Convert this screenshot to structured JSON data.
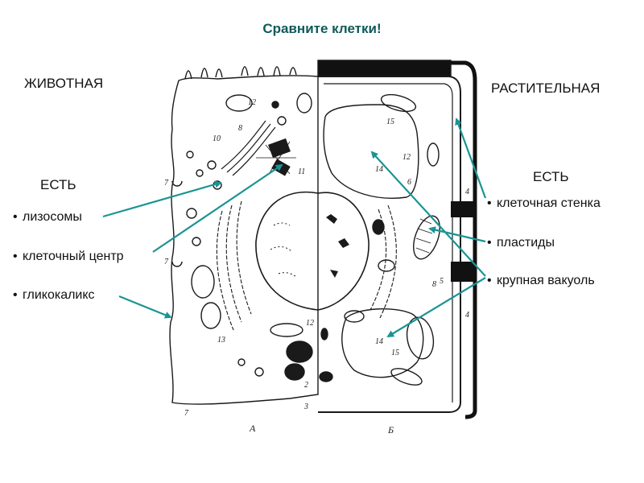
{
  "title": "Сравните клетки!",
  "left": {
    "heading": "ЖИВОТНАЯ",
    "subheading": "ЕСТЬ",
    "items": [
      "лизосомы",
      "клеточный центр",
      "гликокаликс"
    ]
  },
  "right": {
    "heading": "РАСТИТЕЛЬНАЯ",
    "subheading": "ЕСТЬ",
    "items": [
      "клеточная стенка",
      "пластиды",
      "крупная вакуоль"
    ]
  },
  "figure_labels": {
    "panel_a": "А",
    "panel_b": "Б",
    "numbers": [
      "12",
      "8",
      "10",
      "7",
      "11",
      "7",
      "13",
      "12",
      "7",
      "2",
      "3",
      "15",
      "12",
      "14",
      "6",
      "4",
      "8",
      "5",
      "4",
      "14",
      "15"
    ]
  },
  "colors": {
    "arrow": "#1a9494",
    "title": "#0f5a5a",
    "ink": "#1a1a1a"
  },
  "bullet": "•"
}
